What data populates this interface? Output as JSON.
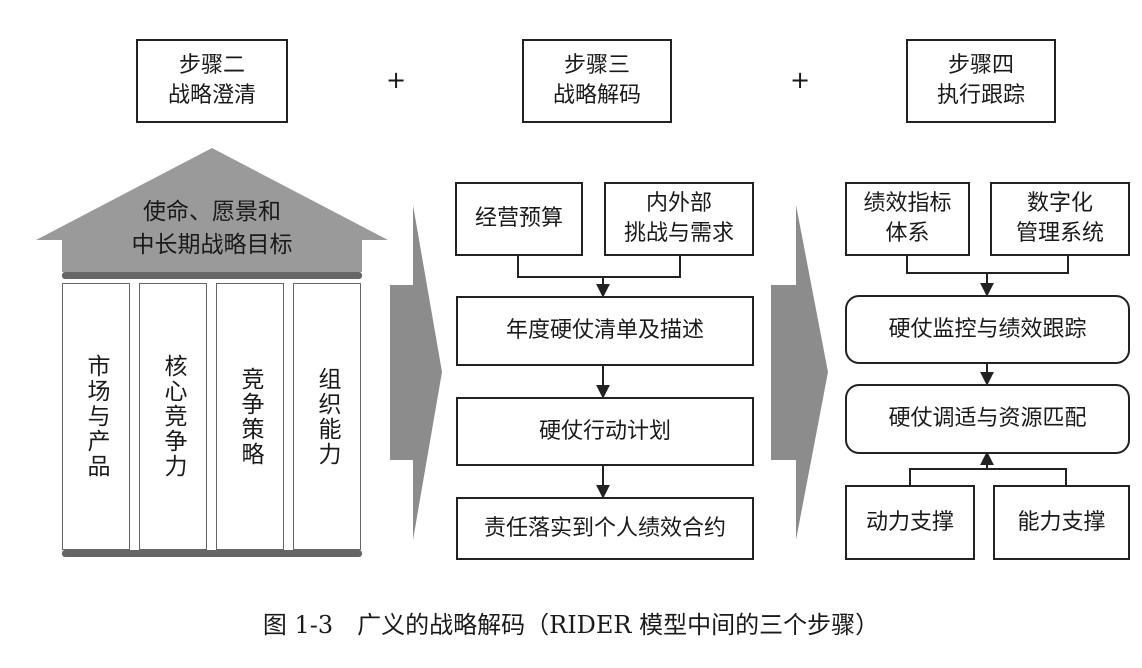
{
  "steps": {
    "step2": {
      "line1": "步骤二",
      "line2": "战略澄清"
    },
    "step3": {
      "line1": "步骤三",
      "line2": "战略解码"
    },
    "step4": {
      "line1": "步骤四",
      "line2": "执行跟踪"
    },
    "plus": "+"
  },
  "house": {
    "roof_line1": "使命、愿景和",
    "roof_line2": "中长期战略目标",
    "pillars": [
      "市场与产品",
      "核心竞争力",
      "竞争策略",
      "组织能力"
    ]
  },
  "decode": {
    "input1": "经营预算",
    "input2_line1": "内外部",
    "input2_line2": "挑战与需求",
    "step_a": "年度硬仗清单及描述",
    "step_b": "硬仗行动计划",
    "step_c": "责任落实到个人绩效合约"
  },
  "track": {
    "input1_line1": "绩效指标",
    "input1_line2": "体系",
    "input2_line1": "数字化",
    "input2_line2": "管理系统",
    "step_a": "硬仗监控与绩效跟踪",
    "step_b": "硬仗调适与资源匹配",
    "support1": "动力支撑",
    "support2": "能力支撑"
  },
  "caption": "图 1-3　广义的战略解码（RIDER 模型中间的三个步骤）",
  "colors": {
    "roof": "#9a9a9a",
    "arrow": "#8c8c8c",
    "beam": "#666666",
    "line": "#222222"
  }
}
